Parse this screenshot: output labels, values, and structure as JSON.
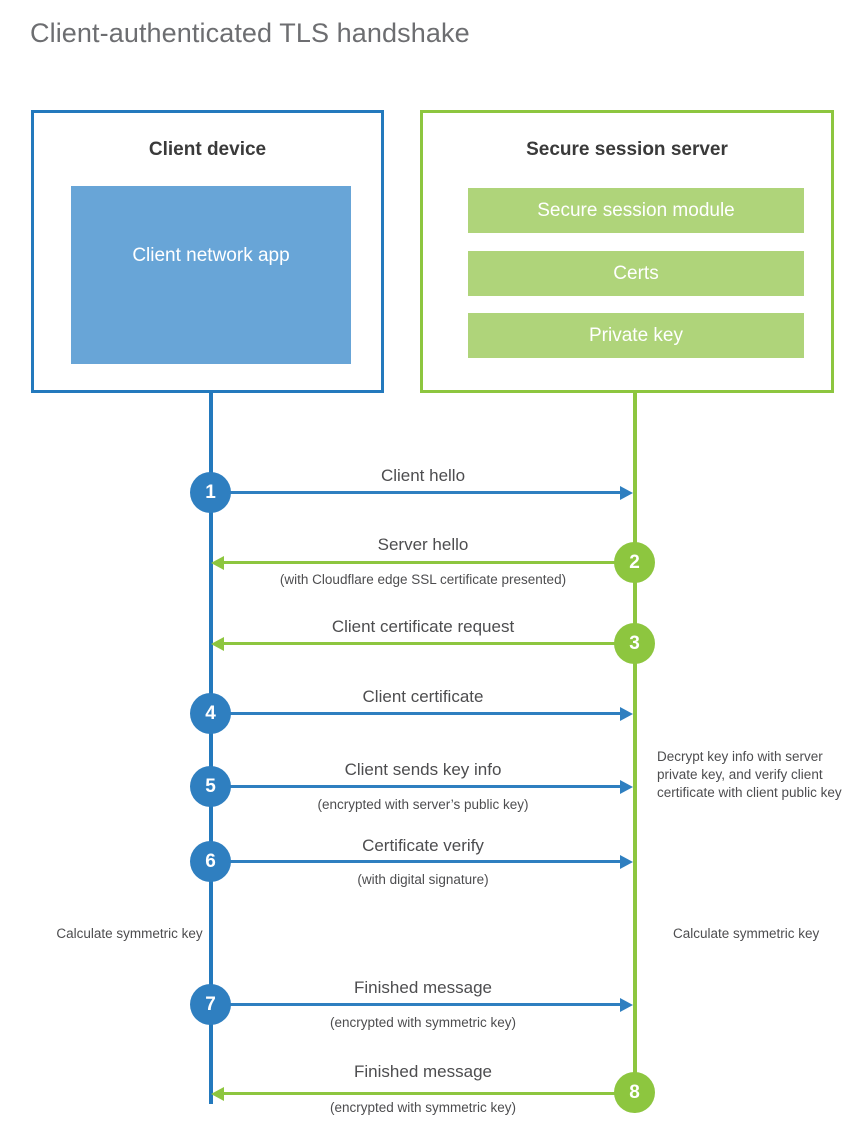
{
  "page": {
    "title": "Client-authenticated TLS handshake",
    "colors": {
      "client_blue": "#2379bd",
      "client_line_blue": "#2f7fc0",
      "client_app_fill": "#68a5d7",
      "server_green": "#8dc63f",
      "server_block_fill": "#afd47a",
      "text_gray": "#4d4d4f",
      "title_gray": "#6d6e71",
      "background": "#ffffff"
    }
  },
  "parties": {
    "client": {
      "title": "Client device",
      "blocks": [
        {
          "label": "Client network app"
        }
      ]
    },
    "server": {
      "title": "Secure session server",
      "blocks": [
        {
          "label": "Secure session module"
        },
        {
          "label": "Certs"
        },
        {
          "label": "Private key"
        }
      ]
    }
  },
  "steps": [
    {
      "number": "1",
      "label": "Client hello",
      "sublabel": "",
      "direction": "client-to-server",
      "color": "blue"
    },
    {
      "number": "2",
      "label": "Server hello",
      "sublabel": "(with Cloudflare edge SSL certificate presented)",
      "direction": "server-to-client",
      "color": "green"
    },
    {
      "number": "3",
      "label": "Client certificate request",
      "sublabel": "",
      "direction": "server-to-client",
      "color": "green"
    },
    {
      "number": "4",
      "label": "Client certificate",
      "sublabel": "",
      "direction": "client-to-server",
      "color": "blue"
    },
    {
      "number": "5",
      "label": "Client sends key info",
      "sublabel": "(encrypted with server’s public key)",
      "direction": "client-to-server",
      "color": "blue"
    },
    {
      "number": "6",
      "label": "Certificate verify",
      "sublabel": "(with digital signature)",
      "direction": "client-to-server",
      "color": "blue"
    },
    {
      "number": "7",
      "label": "Finished message",
      "sublabel": "(encrypted with symmetric key)",
      "direction": "client-to-server",
      "color": "blue"
    },
    {
      "number": "8",
      "label": "Finished message",
      "sublabel": "(encrypted with symmetric key)",
      "direction": "server-to-client",
      "color": "green"
    }
  ],
  "notes": {
    "server_decrypt": "Decrypt key info with server private key, and verify client certificate with client public key",
    "client_calculate": "Calculate symmetric key",
    "server_calculate": "Calculate symmetric key"
  }
}
